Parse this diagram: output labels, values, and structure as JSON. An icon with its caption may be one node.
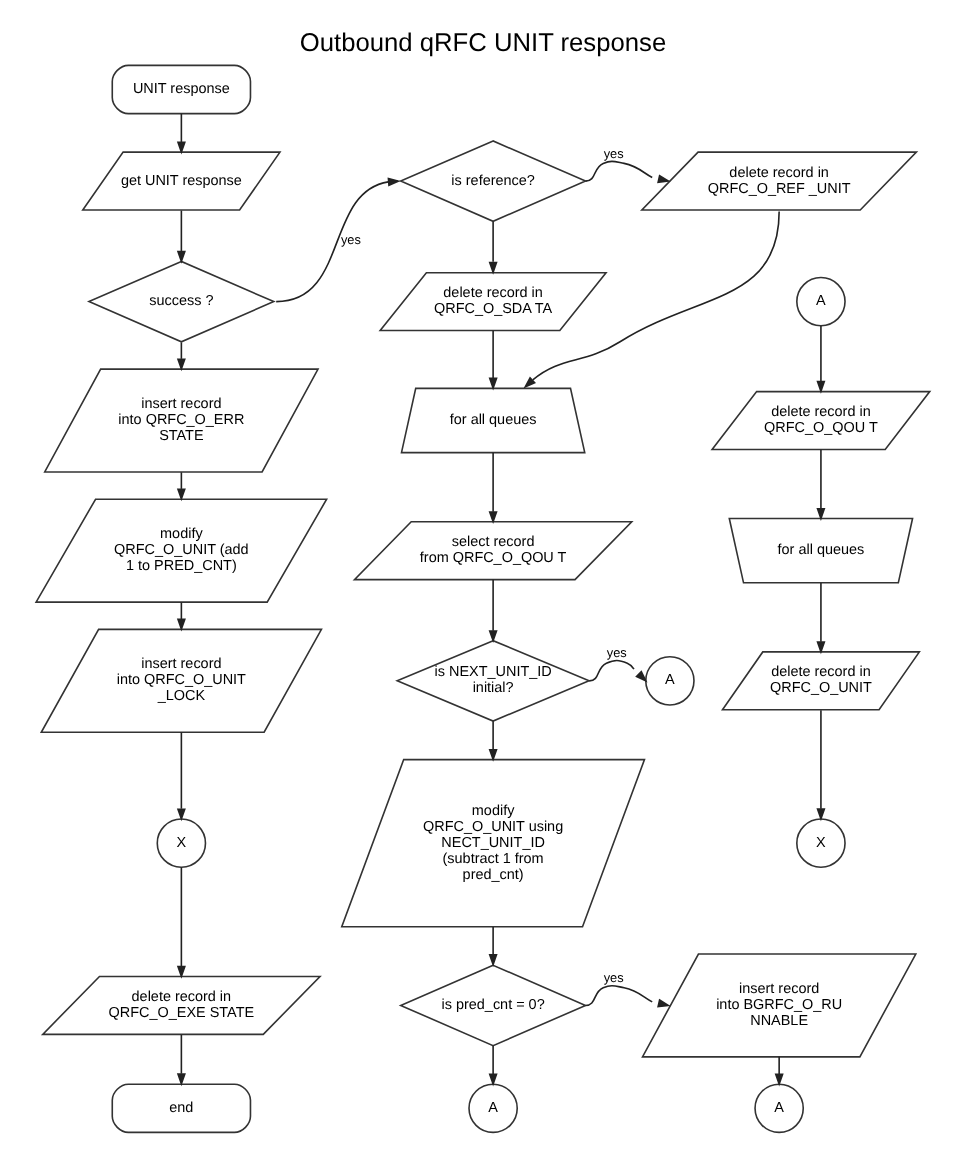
{
  "diagram": {
    "title": "Outbound qRFC UNIT response",
    "nodes": [
      {
        "text": [
          "UNIT response"
        ]
      },
      {
        "text": [
          "get UNIT response"
        ]
      },
      {
        "text": [
          "success ?"
        ]
      },
      {
        "text": [
          "insert record into QRFC_O_ERR STATE"
        ]
      },
      {
        "text": [
          "modify QRFC_O_UNIT (add 1 to PRED_CNT)"
        ]
      },
      {
        "text": [
          "insert record into QRFC_O_UNIT _LOCK"
        ]
      },
      {
        "text": [
          "X"
        ]
      },
      {
        "text": [
          "delete record in QRFC_O_EXE STATE"
        ]
      },
      {
        "text": [
          "end"
        ]
      },
      {
        "text": [
          "is reference?"
        ]
      },
      {
        "text": [
          "delete record in QRFC_O_REF _UNIT"
        ]
      },
      {
        "text": [
          "delete record in QRFC_O_SDA TA"
        ]
      },
      {
        "text": [
          "for all queues"
        ]
      },
      {
        "text": [
          "select record from QRFC_O_QOU T"
        ]
      },
      {
        "text": [
          "is NEXT_UNIT_ID initial?"
        ]
      },
      {
        "text": [
          "A"
        ]
      },
      {
        "text": [
          "modify QRFC_O_UNIT using NECT_UNIT_ID (subtract 1 from pred_cnt)"
        ]
      },
      {
        "text": [
          "is pred_cnt = 0?"
        ]
      },
      {
        "text": [
          "A"
        ]
      },
      {
        "text": [
          "insert record into BGRFC_O_RU NNABLE"
        ]
      },
      {
        "text": [
          "A"
        ]
      },
      {
        "text": [
          "A"
        ]
      },
      {
        "text": [
          "delete record in QRFC_O_QOU T"
        ]
      },
      {
        "text": [
          "for all queues"
        ]
      },
      {
        "text": [
          "delete record in QRFC_O_UNIT"
        ]
      },
      {
        "text": [
          "X"
        ]
      }
    ],
    "edges": [
      {
        "from": 0,
        "to": 1,
        "arrow": "to"
      },
      {
        "from": 1,
        "to": 2,
        "arrow": "to"
      },
      {
        "from": 2,
        "to": 9,
        "arrow": "to",
        "label": "yes"
      },
      {
        "from": 2,
        "to": 3,
        "arrow": "to"
      },
      {
        "from": 3,
        "to": 4,
        "arrow": "to"
      },
      {
        "from": 4,
        "to": 5,
        "arrow": "to"
      },
      {
        "from": 5,
        "to": 6,
        "arrow": "to"
      },
      {
        "from": 6,
        "to": 7,
        "arrow": "to"
      },
      {
        "from": 7,
        "to": 8,
        "arrow": "to"
      },
      {
        "from": 9,
        "to": 10,
        "arrow": "to",
        "label": "yes"
      },
      {
        "from": 9,
        "to": 11,
        "arrow": "to"
      },
      {
        "from": 11,
        "to": 12,
        "arrow": "to"
      },
      {
        "from": 10,
        "to": 12,
        "arrow": "to"
      },
      {
        "from": 12,
        "to": 13,
        "arrow": "to"
      },
      {
        "from": 13,
        "to": 14,
        "arrow": "to"
      },
      {
        "from": 14,
        "to": 15,
        "arrow": "to",
        "label": "yes"
      },
      {
        "from": 14,
        "to": 16,
        "arrow": "to"
      },
      {
        "from": 16,
        "to": 17,
        "arrow": "to"
      },
      {
        "from": 17,
        "to": 19,
        "arrow": "to",
        "label": "yes"
      },
      {
        "from": 17,
        "to": 18,
        "arrow": "to"
      },
      {
        "from": 19,
        "to": 20,
        "arrow": "to"
      },
      {
        "from": 21,
        "to": 22,
        "arrow": "to"
      },
      {
        "from": 22,
        "to": 23,
        "arrow": "to"
      },
      {
        "from": 23,
        "to": 24,
        "arrow": "to"
      },
      {
        "from": 24,
        "to": 25,
        "arrow": "to"
      }
    ]
  }
}
